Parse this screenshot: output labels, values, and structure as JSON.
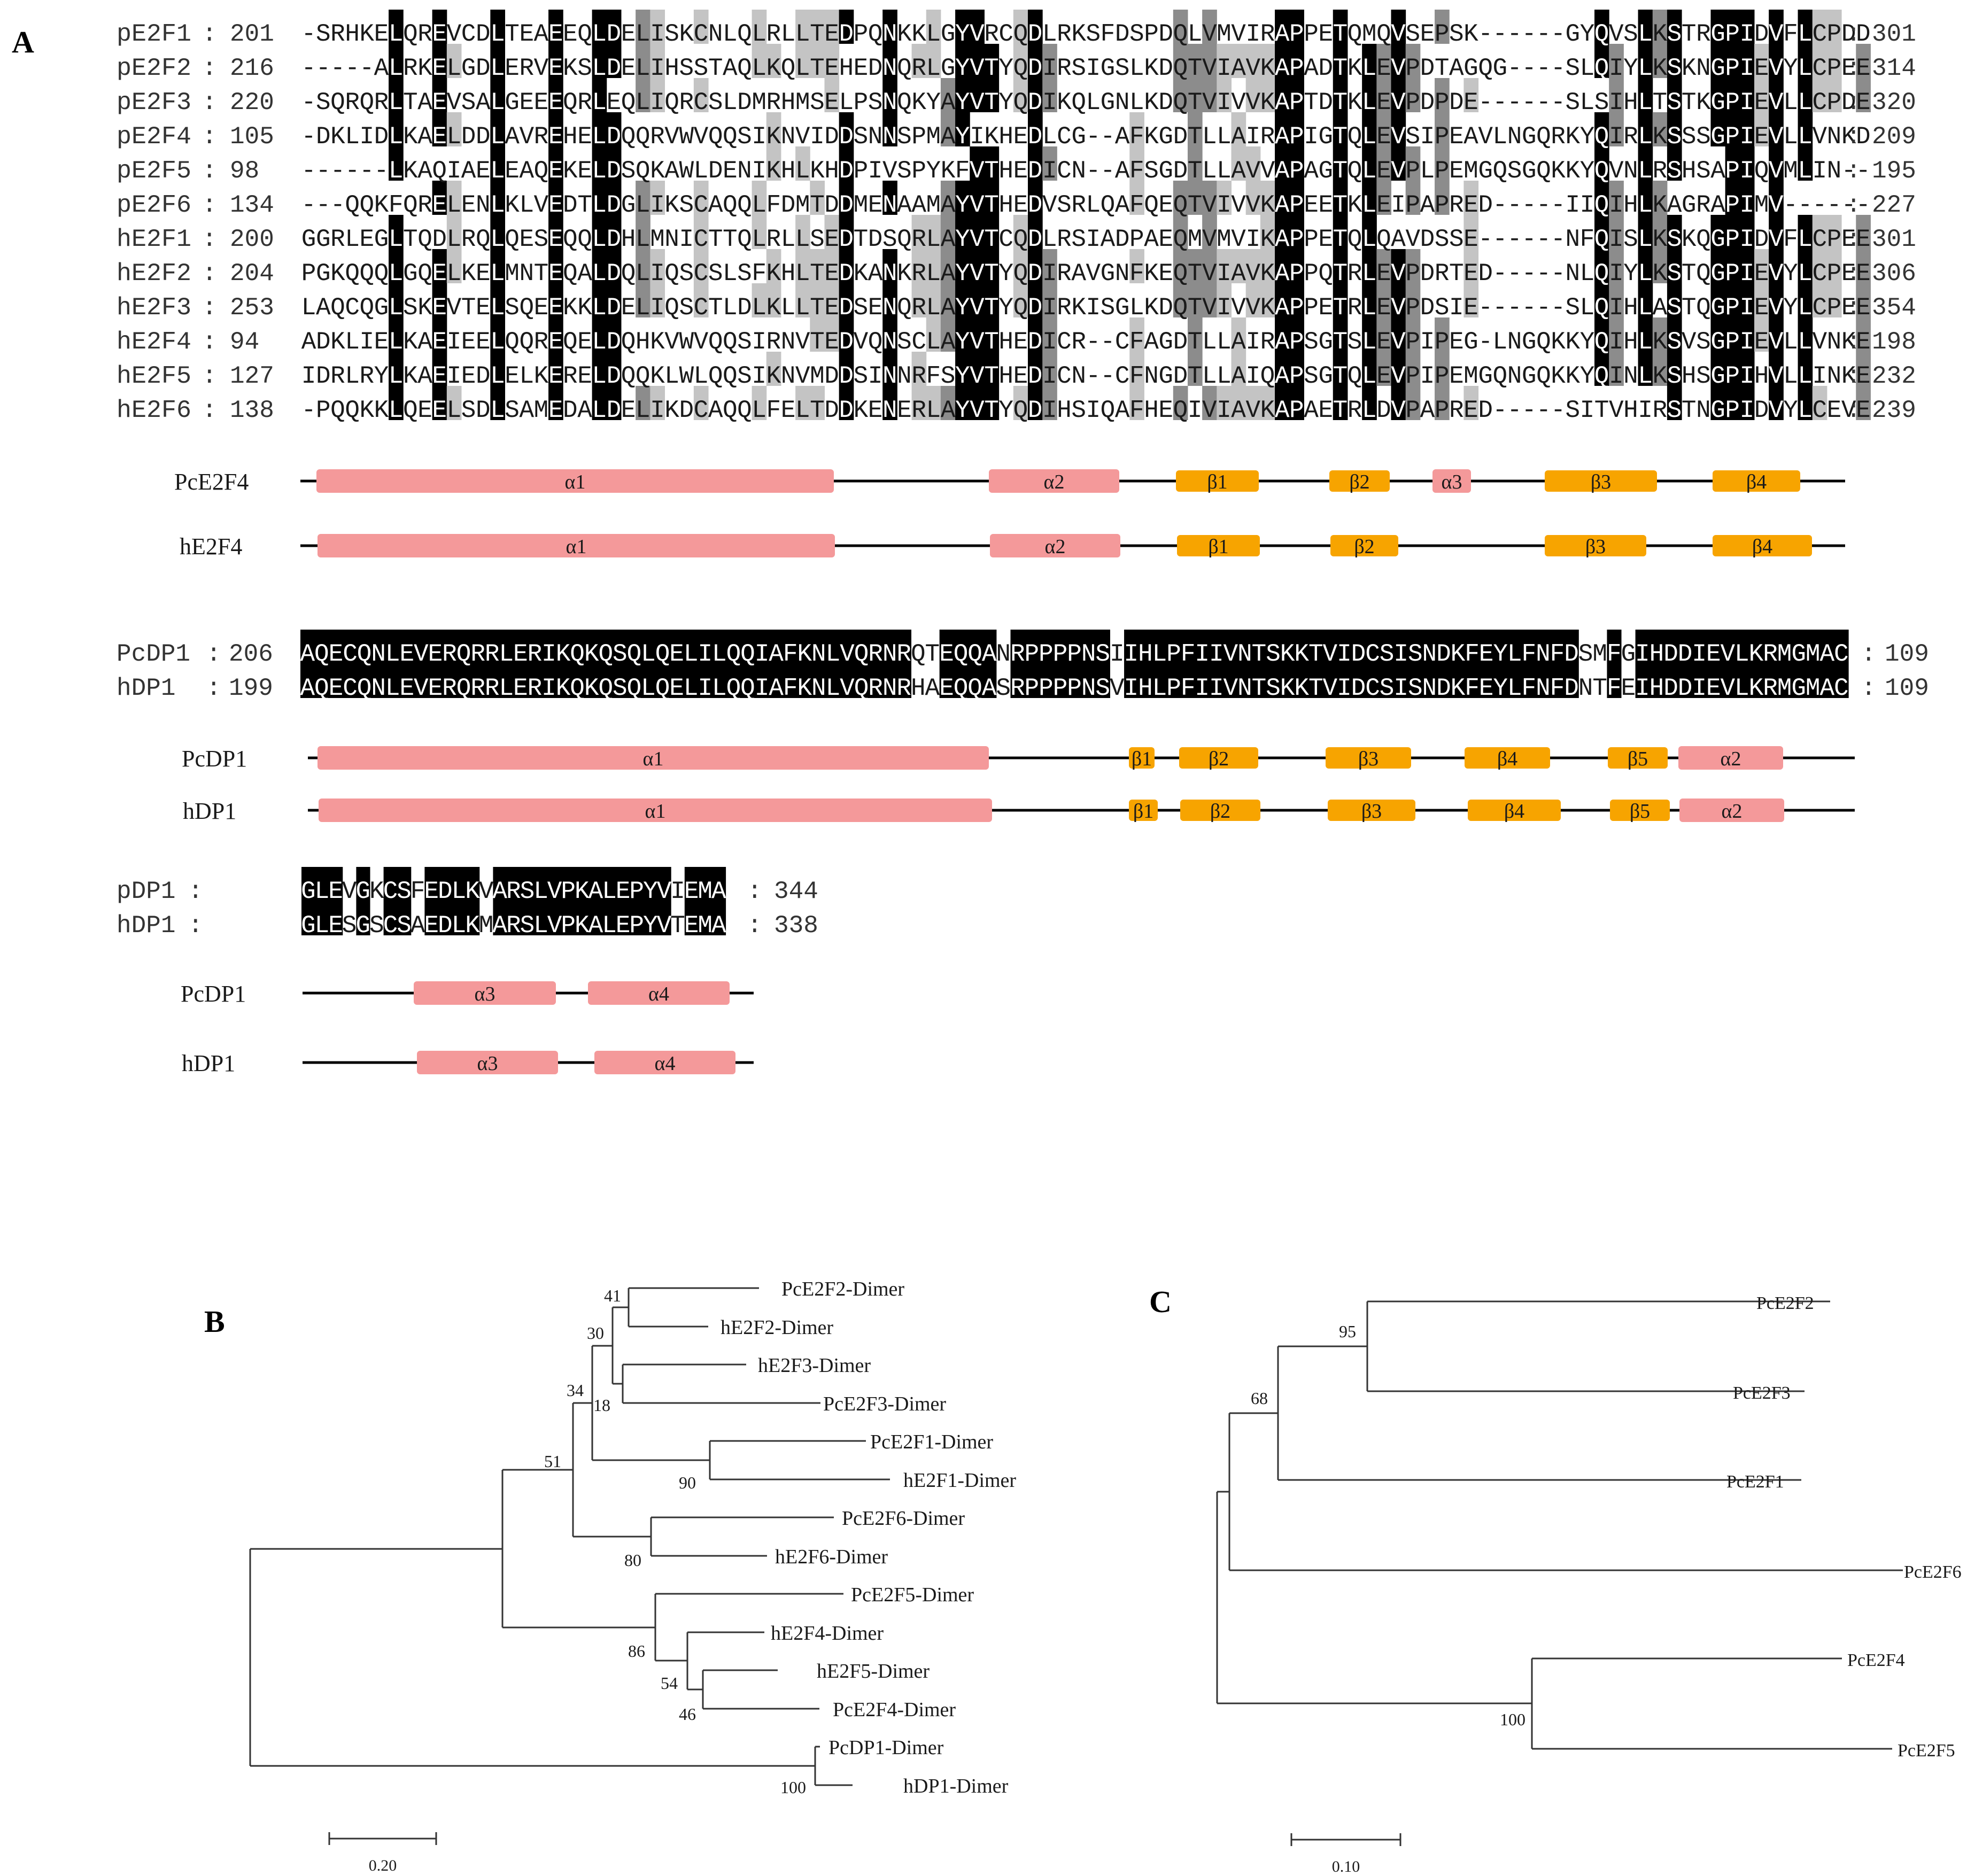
{
  "panels": {
    "A": "A",
    "B": "B",
    "C": "C"
  },
  "alignment_e2f": {
    "rows": [
      {
        "name": "pE2F1",
        "start": "201",
        "seq": "-SRHKELQREVCDLTEAEEQLDELISKCNLQLRLLTEDPQNKKLGYVRCQDLRKSFDSPDQLVMVIRAPPETQMQVSEPSK------GYQVSLKSTRGPIDVFLCPDD",
        "end": "301"
      },
      {
        "name": "pE2F2",
        "start": "216",
        "seq": "-----ALRKELGDLERVEKSLDELIHSSTAQLKQLTEHEDNQRLGYVTYQDIRSIGSLKDQTVIAVKAPADTKLEVPDTAGQG----SLQIYLKSKNGPIEVYLCPEE",
        "end": "314"
      },
      {
        "name": "pE2F3",
        "start": "220",
        "seq": "-SQRQRLTAEVSALGEEEQRLEQLIQRCSLDMRHMSELPSNQKYAYVTYQDIKQLGNLKDQTVIVVKAPTDTKLEVPDPDE------SLSIHLTSTKGPIEVLLCPDE",
        "end": "320"
      },
      {
        "name": "pE2F4",
        "start": "105",
        "seq": "-DKLIDLKAELDDLAVREHELDQQRVWVQQSIKNVIDDSNNSPMAYIKHEDLCG--AFKGDTLLAIRAPIGTQLEVSIPEAVLNGQRKYQIRLKSSSGPIEVLLVNKD",
        "end": "209"
      },
      {
        "name": "pE2F5",
        "start": "98",
        "seq": "------LKAQIAELEAQEKELDSQKAWLDENIKHLKHDPIVSPYKFVTHEDICN--AFSGDTLLAVVAPAGTQLEVPLPEMGQSGQKKYQVNLRSHSAPIQVMLIN--",
        "end": "195"
      },
      {
        "name": "pE2F6",
        "start": "134",
        "seq": "---QQKFQRELENLKLVEDTLDGLIKSCAQQLFDMTDDMENAAMAYVTHEDVSRLQAFQEQTVIVVKAPEETKLEIPAPRED-----IIQIHLKAGRAPIMV------",
        "end": "227"
      },
      {
        "name": "hE2F1",
        "start": "200",
        "seq": "GGRLEGLTQDLRQLQESEQQLDHLMNICTTQLRLLSEDTDSQRLAYVTCQDLRSIADPAEQMVMVIKAPPETQLQAVDSSE------NFQISLKSKQGPIDVFLCPEE",
        "end": "301"
      },
      {
        "name": "hE2F2",
        "start": "204",
        "seq": "PGKQQQLGQELKELMNTEQALDQLIQSCSLSFKHLTEDKANKRLAYVTYQDIRAVGNFKEQTVIAVKAPPQTRLEVPDRTED-----NLQIYLKSTQGPIEVYLCPEE",
        "end": "306"
      },
      {
        "name": "hE2F3",
        "start": "253",
        "seq": "LAQCQGLSKEVTELSQEEKKLDELIQSCTLDLKLLTEDSENQRLAYVTYQDIRKISGLKDQTVIVVKAPPETRLEVPDSIE------SLQIHLASTQGPIEVYLCPEE",
        "end": "354"
      },
      {
        "name": "hE2F4",
        "start": "94",
        "seq": "ADKLIELKAEIEELQQREQELDQHKVWVQQSIRNVTEDVQNSCLAYVTHEDICR--CFAGDTLLAIRAPSGTSLEVPIPEG-LNGQKKYQIHLKSVSGPIEVLLVNKE",
        "end": "198"
      },
      {
        "name": "hE2F5",
        "start": "127",
        "seq": "IDRLRYLKAEIEDLELKERELDQQKLWLQQSIKNVMDDSINNRFSYVTHEDICN--CFNGDTLLAIQAPSGTQLEVPIPEMGQNGQKKYQINLKSHSGPIHVLLINKE",
        "end": "232"
      },
      {
        "name": "hE2F6",
        "start": "138",
        "seq": "-PQQKKLQEELSDLSAMEDALDELIKDCAQQLFELTDDKENERLAYVTYQDIHSIQAFHEQIVIAVKAPAETRLDVPAPRED-----SITVHIRSTNGPIDVYLCEVE",
        "end": "239"
      }
    ]
  },
  "ss_e2f": [
    {
      "name": "PcE2F4",
      "elements": [
        {
          "type": "helix",
          "label": "α1"
        },
        {
          "type": "helix",
          "label": "α2"
        },
        {
          "type": "strand",
          "label": "β1"
        },
        {
          "type": "strand",
          "label": "β2"
        },
        {
          "type": "helix",
          "label": "α3"
        },
        {
          "type": "strand",
          "label": "β3"
        },
        {
          "type": "strand",
          "label": "β4"
        }
      ]
    },
    {
      "name": "hE2F4",
      "elements": [
        {
          "type": "helix",
          "label": "α1"
        },
        {
          "type": "helix",
          "label": "α2"
        },
        {
          "type": "strand",
          "label": "β1"
        },
        {
          "type": "strand",
          "label": "β2"
        },
        {
          "type": "strand",
          "label": "β3"
        },
        {
          "type": "strand",
          "label": "β4"
        }
      ]
    }
  ],
  "alignment_dp1": {
    "rows": [
      {
        "name": "PcDP1",
        "start": "206",
        "seq": "AQECQNLEVERQRRLERIKQKQSQLQELILQQIAFKNLVQRNRQTEQQANRPPPPNSIIHLPFIIVNTSKKTVIDCSISNDKFEYLFNFDSMFGIHDDIEVLKRMGMAC",
        "end": "109"
      },
      {
        "name": "hDP1",
        "start": "199",
        "seq": "AQECQNLEVERQRRLERIKQKQSQLQELILQQIAFKNLVQRNRHAEQQASRPPPPNSVIHLPFIIVNTSKKTVIDCSISNDKFEYLFNFDNTFEIHDDIEVLKRMGMAC",
        "end": "109"
      }
    ]
  },
  "ss_dp1": [
    {
      "name": "PcDP1",
      "elements": [
        {
          "type": "helix",
          "label": "α1"
        },
        {
          "type": "strand",
          "label": "β1"
        },
        {
          "type": "strand",
          "label": "β2"
        },
        {
          "type": "strand",
          "label": "β3"
        },
        {
          "type": "strand",
          "label": "β4"
        },
        {
          "type": "strand",
          "label": "β5"
        },
        {
          "type": "helix",
          "label": "α2"
        }
      ]
    },
    {
      "name": "hDP1",
      "elements": [
        {
          "type": "helix",
          "label": "α1"
        },
        {
          "type": "strand",
          "label": "β1"
        },
        {
          "type": "strand",
          "label": "β2"
        },
        {
          "type": "strand",
          "label": "β3"
        },
        {
          "type": "strand",
          "label": "β4"
        },
        {
          "type": "strand",
          "label": "β5"
        },
        {
          "type": "helix",
          "label": "α2"
        }
      ]
    }
  ],
  "alignment_dp1_c": {
    "rows": [
      {
        "name": "pDP1",
        "start": "",
        "seq": "GLEVGKCSFEDLKVARSLVPKALEPYVIEMA",
        "end": "344"
      },
      {
        "name": "hDP1",
        "start": "",
        "seq": "GLESGSCSAEDLKMARSLVPKALEPYVTEMA",
        "end": "338"
      }
    ]
  },
  "ss_dp1_c": [
    {
      "name": "PcDP1",
      "elements": [
        {
          "type": "helix",
          "label": "α3"
        },
        {
          "type": "helix",
          "label": "α4"
        }
      ]
    },
    {
      "name": "hDP1",
      "elements": [
        {
          "type": "helix",
          "label": "α3"
        },
        {
          "type": "helix",
          "label": "α4"
        }
      ]
    }
  ],
  "tree_B": {
    "leaves": [
      "PcE2F2-Dimer",
      "hE2F2-Dimer",
      "hE2F3-Dimer",
      "PcE2F3-Dimer",
      "PcE2F1-Dimer",
      "hE2F1-Dimer",
      "PcE2F6-Dimer",
      "hE2F6-Dimer",
      "PcE2F5-Dimer",
      "hE2F4-Dimer",
      "hE2F5-Dimer",
      "PcE2F4-Dimer",
      "PcDP1-Dimer",
      "hDP1-Dimer"
    ],
    "bootstrap": [
      "41",
      "30",
      "18",
      "34",
      "90",
      "51",
      "80",
      "86",
      "54",
      "46",
      "100"
    ],
    "scale": "0.20"
  },
  "tree_C": {
    "leaves": [
      "PcE2F2",
      "PcE2F3",
      "PcE2F1",
      "PcE2F6",
      "PcE2F4",
      "PcE2F5"
    ],
    "bootstrap": [
      "95",
      "68",
      "100"
    ],
    "scale": "0.10"
  }
}
